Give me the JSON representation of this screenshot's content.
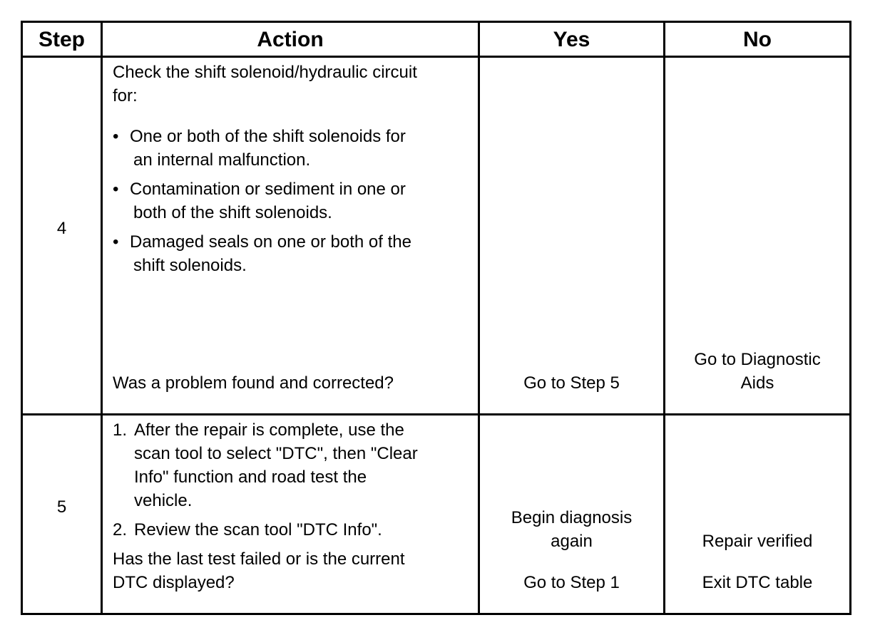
{
  "headers": {
    "step": "Step",
    "action": "Action",
    "yes": "Yes",
    "no": "No"
  },
  "rows": [
    {
      "step": "4",
      "intro_line1": "Check the shift solenoid/hydraulic circuit",
      "intro_line2": "for:",
      "bullets": [
        {
          "line1": "One or both of the shift solenoids for",
          "line2": "an internal malfunction."
        },
        {
          "line1": "Contamination or sediment in one or",
          "line2": "both of the shift solenoids."
        },
        {
          "line1": "Damaged seals on one or both of the",
          "line2": "shift solenoids."
        }
      ],
      "question": "Was a problem found and corrected?",
      "yes": "Go to Step 5",
      "no_line1": "Go to Diagnostic",
      "no_line2": "Aids"
    },
    {
      "step": "5",
      "steps": [
        {
          "num": "1.",
          "lines": [
            "After the repair is complete, use the",
            "scan tool to select \"DTC\", then \"Clear",
            "Info\" function and road test the",
            "vehicle."
          ]
        },
        {
          "num": "2.",
          "lines": [
            "Review the scan tool \"DTC Info\"."
          ]
        }
      ],
      "question_line1": "Has the last test failed or is the current",
      "question_line2": "DTC displayed?",
      "yes_line1": "Begin diagnosis",
      "yes_line2": "again",
      "yes_line3": "Go to Step 1",
      "no_line1": "Repair verified",
      "no_line2": "Exit DTC table"
    }
  ]
}
